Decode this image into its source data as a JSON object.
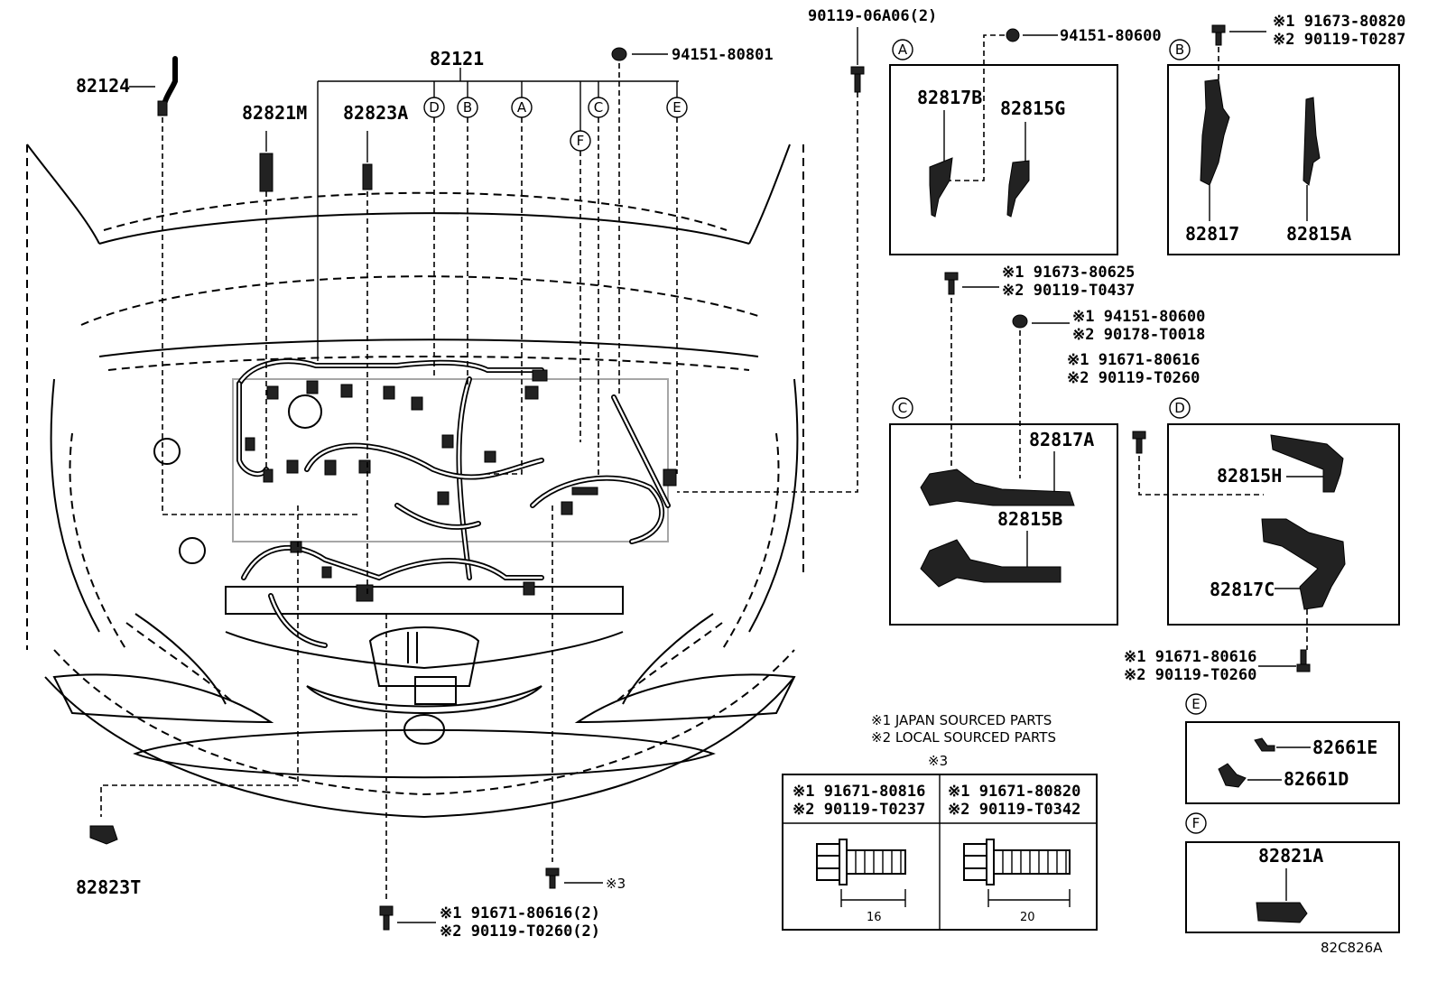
{
  "diagram_code": "82C826A",
  "main_harness": "82121",
  "refs": {
    "p82124": "82124",
    "p82821M": "82821M",
    "p82823A": "82823A",
    "p82823T": "82823T",
    "top_bolt": "90119-06A06(2)",
    "clip_94151_80801": "94151-80801",
    "bolt_bottom_1": "※1 91671-80616(2)",
    "bolt_bottom_2": "※2 90119-T0260(2)",
    "bolt_mid_ref": "※3"
  },
  "circle_labels": [
    "D",
    "B",
    "A",
    "C",
    "F",
    "E"
  ],
  "panels": {
    "A": {
      "letter": "A",
      "clip": "94151-80600",
      "parts": [
        "82817B",
        "82815G"
      ]
    },
    "B": {
      "letter": "B",
      "bolt_1": "※1 91673-80820",
      "bolt_2": "※2 90119-T0287",
      "parts": [
        "82817",
        "82815A"
      ]
    },
    "C": {
      "letter": "C",
      "bolt_1": "※1 91673-80625",
      "bolt_2": "※2 90119-T0437",
      "nut_1": "※1 94151-80600",
      "nut_2": "※2 90178-T0018",
      "parts": [
        "82817A",
        "82815B"
      ]
    },
    "D": {
      "letter": "D",
      "bolt_1": "※1 91671-80616",
      "bolt_2": "※2 90119-T0260",
      "bolt_bottom_1": "※1 91671-80616",
      "bolt_bottom_2": "※2 90119-T0260",
      "parts": [
        "82815H",
        "82817C"
      ]
    },
    "E": {
      "letter": "E",
      "parts": [
        "82661E",
        "82661D"
      ]
    },
    "F": {
      "letter": "F",
      "parts": [
        "82821A"
      ]
    }
  },
  "legend": {
    "line1": "※1 JAPAN SOURCED PARTS",
    "line2": "※2 LOCAL SOURCED PARTS"
  },
  "table": {
    "title": "※3",
    "col1": {
      "p1": "※1 91671-80816",
      "p2": "※2 90119-T0237",
      "dim": "16"
    },
    "col2": {
      "p1": "※1 91671-80820",
      "p2": "※2 90119-T0342",
      "dim": "20"
    }
  }
}
